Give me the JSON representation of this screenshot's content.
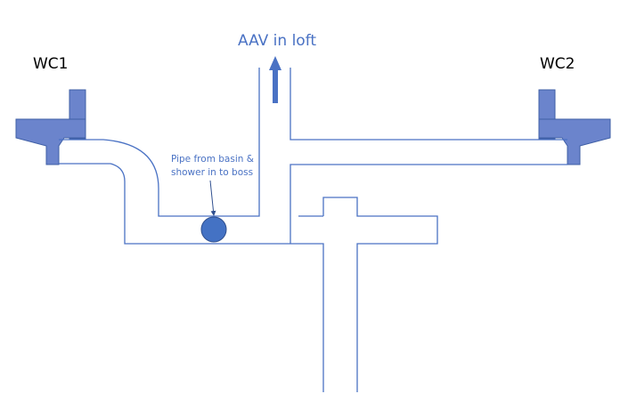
{
  "labels": {
    "wc_left": "WC1",
    "wc_right": "WC2",
    "aav": "AAV in loft",
    "note_line1": "Pipe from basin &",
    "note_line2": "shower in to boss"
  },
  "colors": {
    "pipe_line": "#4a72c4",
    "toilet_fill": "#6b84cc",
    "toilet_stroke": "#3f5fa6",
    "boss_fill": "#4472c4",
    "arrow": "#4a72c4",
    "text_dark": "#000000",
    "text_blue": "#4a72c4"
  }
}
